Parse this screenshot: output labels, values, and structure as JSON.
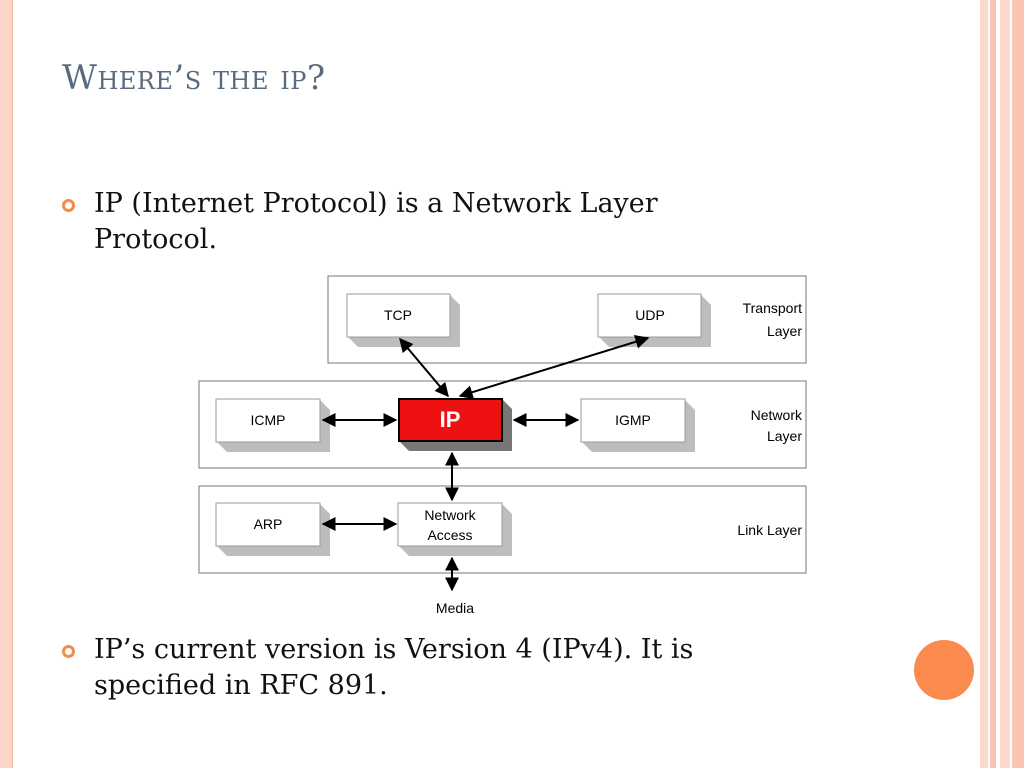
{
  "slide": {
    "title": "Where’s the ip?",
    "bullets": [
      "IP (Internet Protocol) is a Network Layer Protocol.",
      "IP’s current version is Version 4 (IPv4). It is specified in RFC 891."
    ]
  },
  "diagram": {
    "layers": {
      "transport": [
        "Transport",
        "Layer"
      ],
      "network": [
        "Network",
        "Layer"
      ],
      "link": "Link Layer"
    },
    "boxes": {
      "tcp": "TCP",
      "udp": "UDP",
      "icmp": "ICMP",
      "ip": "IP",
      "igmp": "IGMP",
      "arp": "ARP",
      "network_access": [
        "Network",
        "Access"
      ]
    },
    "media": "Media"
  },
  "colors": {
    "accent_orange": "#f58a4b",
    "ip_box_red": "#ee1111",
    "title_gray_blue": "#5a6b7d",
    "border_peach": "#fbd5c8"
  }
}
